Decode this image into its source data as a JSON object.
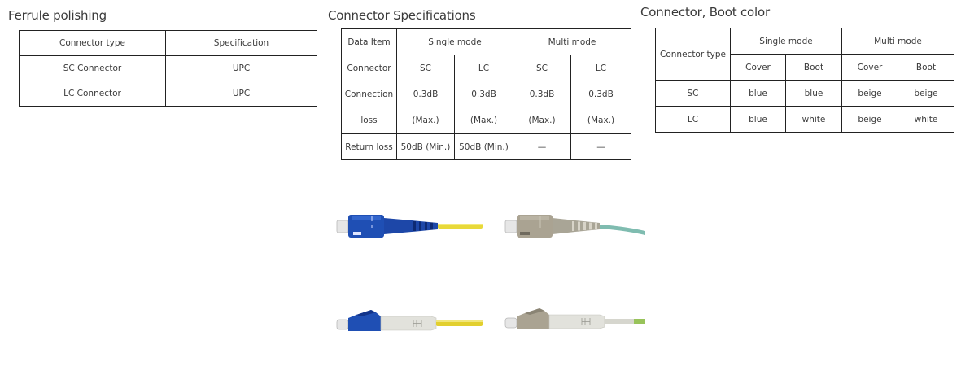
{
  "ferrule": {
    "title": "Ferrule polishing",
    "headers": [
      "Connector type",
      "Specification"
    ],
    "rows": [
      [
        "SC Connector",
        "UPC"
      ],
      [
        "LC Connector",
        "UPC"
      ]
    ]
  },
  "specs": {
    "title": "Connector Specifications",
    "header_row": {
      "data_item": "Data Item",
      "single_mode": "Single mode",
      "multi_mode": "Multi mode"
    },
    "connector_row": {
      "label": "Connector",
      "cells": [
        "SC",
        "LC",
        "SC",
        "LC"
      ]
    },
    "connection_loss_row": {
      "label_line1": "Connection",
      "label_line2": "loss",
      "cells": [
        {
          "line1": "0.3dB",
          "line2": "(Max.)"
        },
        {
          "line1": "0.3dB",
          "line2": "(Max.)"
        },
        {
          "line1": "0.3dB",
          "line2": "(Max.)"
        },
        {
          "line1": "0.3dB",
          "line2": "(Max.)"
        }
      ]
    },
    "return_loss_row": {
      "label": "Return loss",
      "cells": [
        "50dB (Min.)",
        "50dB (Min.)",
        "—",
        "—"
      ]
    }
  },
  "boot": {
    "title": "Connector, Boot color",
    "header": {
      "connector_type": "Connector type",
      "single_mode": "Single mode",
      "multi_mode": "Multi mode"
    },
    "subheaders": [
      "Cover",
      "Boot",
      "Cover",
      "Boot"
    ],
    "rows": [
      {
        "type": "SC",
        "cells": [
          "blue",
          "blue",
          "beige",
          "beige"
        ]
      },
      {
        "type": "LC",
        "cells": [
          "blue",
          "white",
          "beige",
          "white"
        ]
      }
    ]
  },
  "photos": {
    "colors": {
      "sm_blue": "#1f4fb4",
      "sm_blue_dark": "#12348a",
      "sm_fiber_yellow": "#e8d93a",
      "mm_beige": "#aaa392",
      "mm_beige_dark": "#8a8474",
      "mm_fiber_aqua": "#7fbcb0",
      "mm_fiber_green": "#98c35a",
      "boot_white": "#e2e2dc",
      "ferrule": "#e6e6e6"
    },
    "items": [
      {
        "icon": "sc-singlemode-connector-icon"
      },
      {
        "icon": "sc-multimode-connector-icon"
      },
      {
        "icon": "lc-singlemode-connector-icon"
      },
      {
        "icon": "lc-multimode-connector-icon"
      }
    ]
  }
}
